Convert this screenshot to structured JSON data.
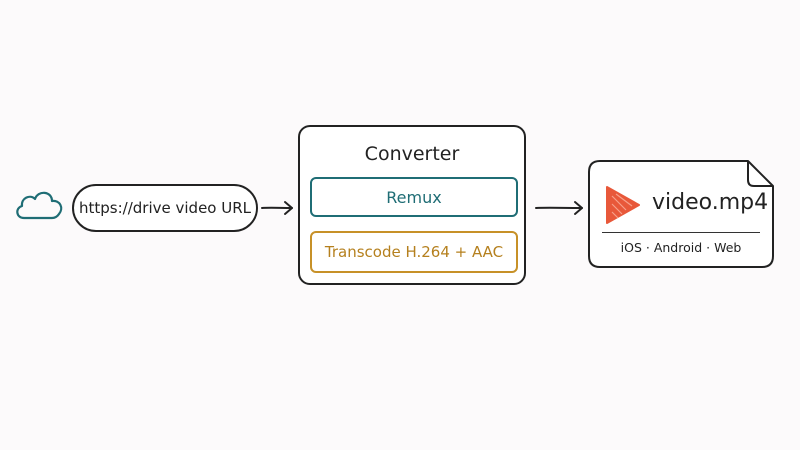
{
  "source": {
    "icon": "cloud-icon",
    "label": "https://drive video URL"
  },
  "converter": {
    "title": "Converter",
    "remux_label": "Remux",
    "transcode_label": "Transcode H.264 + AAC"
  },
  "output": {
    "icon": "play-icon",
    "filename": "video.mp4",
    "platforms": "iOS · Android · Web"
  },
  "colors": {
    "remux": "#1f6d75",
    "transcode": "#c79128",
    "play": "#e8583a",
    "cloud": "#1f6d75"
  }
}
